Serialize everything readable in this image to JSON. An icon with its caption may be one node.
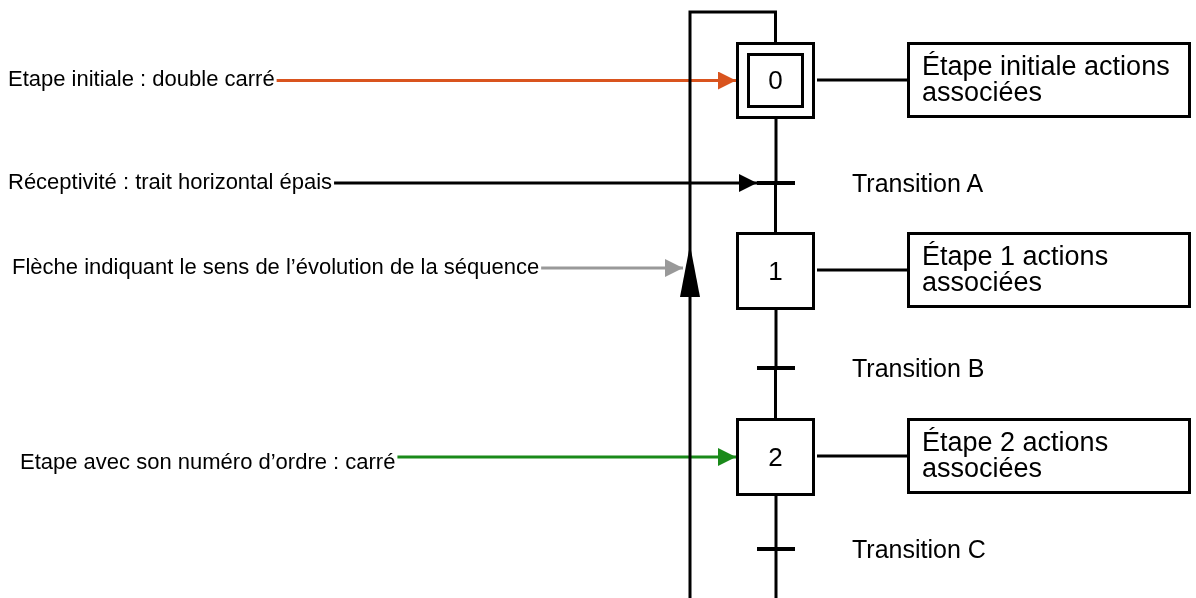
{
  "diagram": {
    "nodes": [
      {
        "text": [
          "Etape initiale : double carré"
        ]
      },
      {
        "text": [
          "Réceptivité : trait horizontal épais"
        ]
      },
      {
        "text": [
          "Flèche indiquant le sens de l’évolution de la séquence"
        ]
      },
      {
        "text": [
          "Etape avec son numéro d’ordre : carré"
        ]
      },
      {
        "text": [
          "0"
        ]
      },
      {
        "text": [
          "Étape initiale actions associées"
        ]
      },
      {
        "text": [],
        "shape": "bar",
        "beside": [
          "Transition A"
        ]
      },
      {
        "text": [
          "1"
        ]
      },
      {
        "text": [
          "Étape 1 actions associées"
        ]
      },
      {
        "text": [],
        "shape": "bar",
        "beside": [
          "Transition B"
        ]
      },
      {
        "text": [
          "2"
        ]
      },
      {
        "text": [
          "Étape 2 actions associées"
        ]
      },
      {
        "text": [],
        "shape": "bar",
        "beside": [
          "Transition C"
        ]
      }
    ],
    "edges": [
      {
        "from": 0,
        "to": 4,
        "arrow": "to",
        "color": "#d9541e"
      },
      {
        "from": 1,
        "to": 6,
        "arrow": "to"
      },
      {
        "from": 2,
        "to": null,
        "arrow": "to",
        "color": "#999999"
      },
      {
        "from": 3,
        "to": 10,
        "arrow": "to",
        "color": "#1a8a1a"
      },
      {
        "from": 4,
        "to": 6,
        "arrow": "none"
      },
      {
        "from": 6,
        "to": 7,
        "arrow": "none"
      },
      {
        "from": 7,
        "to": 9,
        "arrow": "none"
      },
      {
        "from": 9,
        "to": 10,
        "arrow": "none"
      },
      {
        "from": 10,
        "to": 12,
        "arrow": "none"
      },
      {
        "from": 12,
        "to": 4,
        "arrow": "to"
      },
      {
        "from": 4,
        "to": 5,
        "arrow": "none"
      },
      {
        "from": 7,
        "to": 8,
        "arrow": "none"
      },
      {
        "from": 10,
        "to": 11,
        "arrow": "none"
      }
    ]
  }
}
